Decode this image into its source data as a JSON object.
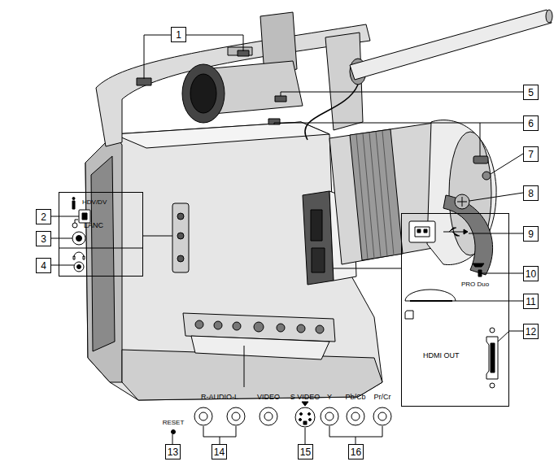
{
  "diagram": {
    "nodes": [
      {
        "text": [
          "1"
        ]
      },
      {
        "text": [
          "5"
        ]
      },
      {
        "text": [
          "6"
        ]
      },
      {
        "text": [
          "7"
        ]
      },
      {
        "text": [
          "8"
        ]
      },
      {
        "text": [
          "HDV/DV",
          "LANC"
        ]
      },
      {
        "text": [
          "2"
        ]
      },
      {
        "text": [
          "3"
        ]
      },
      {
        "text": [
          "4"
        ]
      },
      {
        "text": [
          "PRO Duo",
          "HDMI OUT"
        ]
      },
      {
        "text": [
          "9"
        ]
      },
      {
        "text": [
          "10"
        ]
      },
      {
        "text": [
          "11"
        ]
      },
      {
        "text": [
          "12"
        ]
      },
      {
        "text": [
          "13"
        ]
      },
      {
        "text": [
          "14"
        ]
      },
      {
        "text": [
          "15"
        ]
      },
      {
        "text": [
          "16"
        ]
      }
    ],
    "labels": [
      "R-AUDIO-L",
      "VIDEO",
      "S VIDEO",
      "Y",
      "Pb/Cb",
      "Pr/Cr",
      "RESET"
    ]
  }
}
